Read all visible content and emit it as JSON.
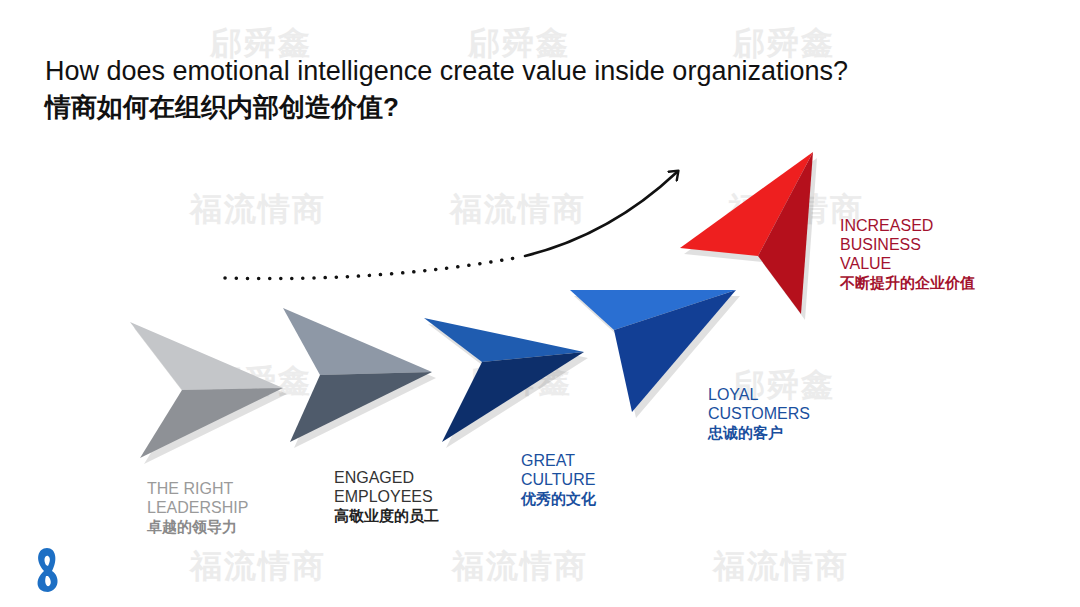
{
  "diagram": {
    "title": "How does emotional intelligence create value inside organizations?",
    "nodes": [
      {
        "text": [
          "THE RIGHT LEADERSHIP",
          "卓越的领导力"
        ]
      },
      {
        "text": [
          "ENGAGED EMPLOYEES",
          "高敬业度的员工"
        ]
      },
      {
        "text": [
          "GREAT CULTURE",
          "优秀的文化"
        ]
      },
      {
        "text": [
          "LOYAL CUSTOMERS",
          "忠诚的客户"
        ]
      },
      {
        "text": [
          "INCREASED BUSINESS VALUE",
          "不断提升的企业价值"
        ]
      }
    ],
    "labels": [
      "情商如何在组织内部创造价值?",
      "郈舜鑫",
      "郈舜鑫",
      "郈舜鑫",
      "郈舜鑫",
      "郈舜鑫",
      "郈舜鑫",
      "福流情商",
      "福流情商",
      "福流情商",
      "福流情商",
      "福流情商",
      "福流情商"
    ]
  }
}
